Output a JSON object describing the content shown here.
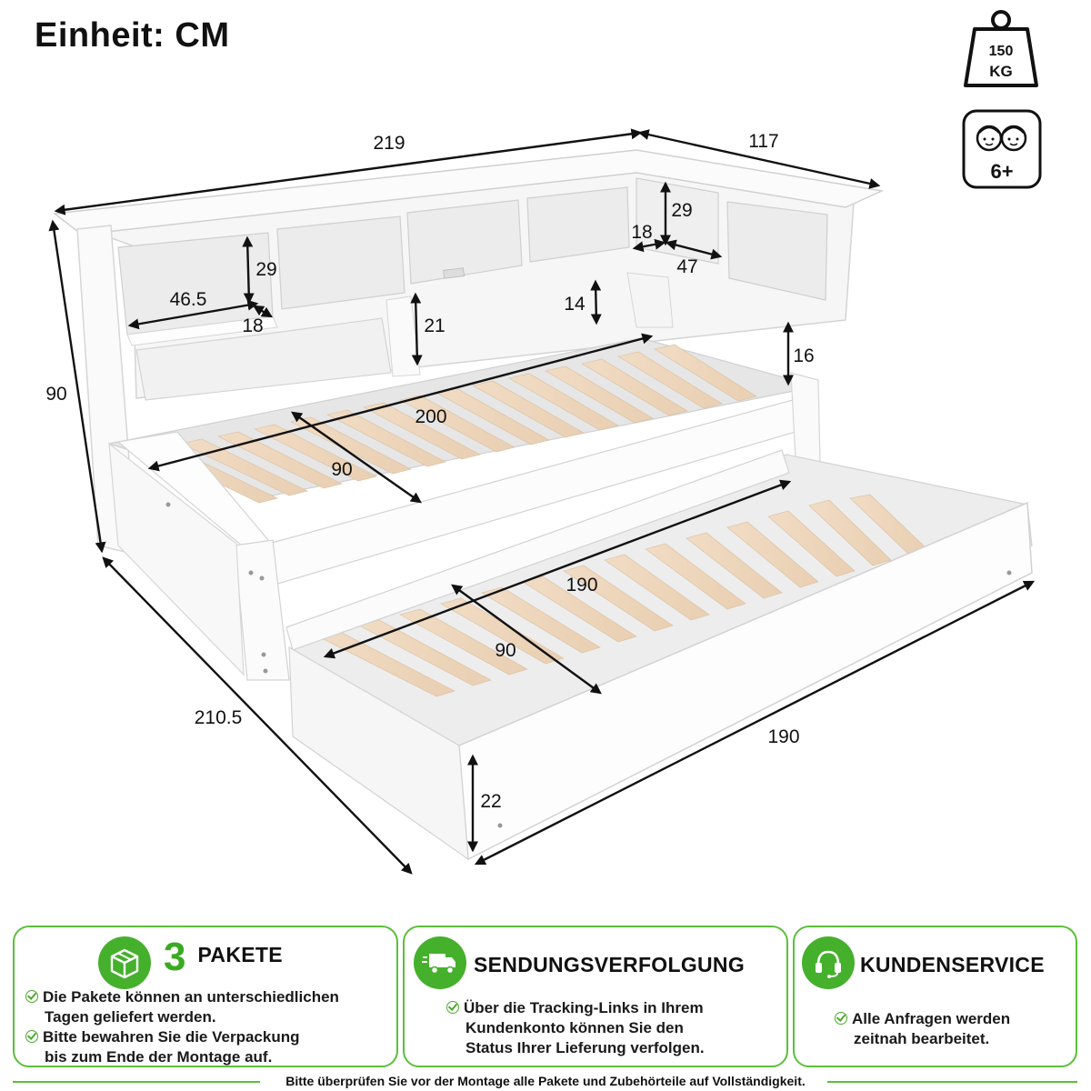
{
  "header": {
    "unit_label": "Einheit: CM"
  },
  "badges": {
    "weight": {
      "value": "150",
      "unit": "KG",
      "icon": "weight-icon"
    },
    "age": {
      "value": "6+",
      "icon": "children-age-icon"
    }
  },
  "dimensions": {
    "total_length": "219",
    "side_length": "117",
    "height": "90",
    "depth": "210.5",
    "shelf_width_left": "46.5",
    "shelf_height_left": "29",
    "shelf_depth_left": "18",
    "shelf_height_right": "29",
    "shelf_depth_right": "18",
    "shelf_width_right": "47",
    "niche_height": "21",
    "small_gap": "14",
    "bed_side_height": "16",
    "bed_length": "200",
    "bed_width": "90",
    "trundle_length": "190",
    "trundle_width": "90",
    "trundle_outer_length": "190",
    "trundle_height": "22"
  },
  "colors": {
    "accent_green": "#45b02c",
    "border_green": "#5cbf3a"
  },
  "panels": [
    {
      "icon": "package-box-icon",
      "title_number": "3",
      "title": "PAKETE",
      "lines": [
        "Die Pakete können an unterschiedlichen",
        "Tagen geliefert werden.",
        "Bitte bewahren Sie die Verpackung",
        "bis zum Ende der Montage auf."
      ]
    },
    {
      "icon": "delivery-truck-icon",
      "title": "SENDUNGSVERFOLGUNG",
      "lines": [
        "Über die Tracking-Links in Ihrem",
        "Kundenkonto können Sie den",
        "Status Ihrer Lieferung verfolgen."
      ]
    },
    {
      "icon": "headset-icon",
      "title": "KUNDENSERVICE",
      "lines": [
        "Alle Anfragen werden",
        "zeitnah bearbeitet."
      ]
    }
  ],
  "footer": {
    "note": "Bitte überprüfen Sie vor der Montage alle Pakete und Zubehörteile auf Vollständigkeit."
  }
}
